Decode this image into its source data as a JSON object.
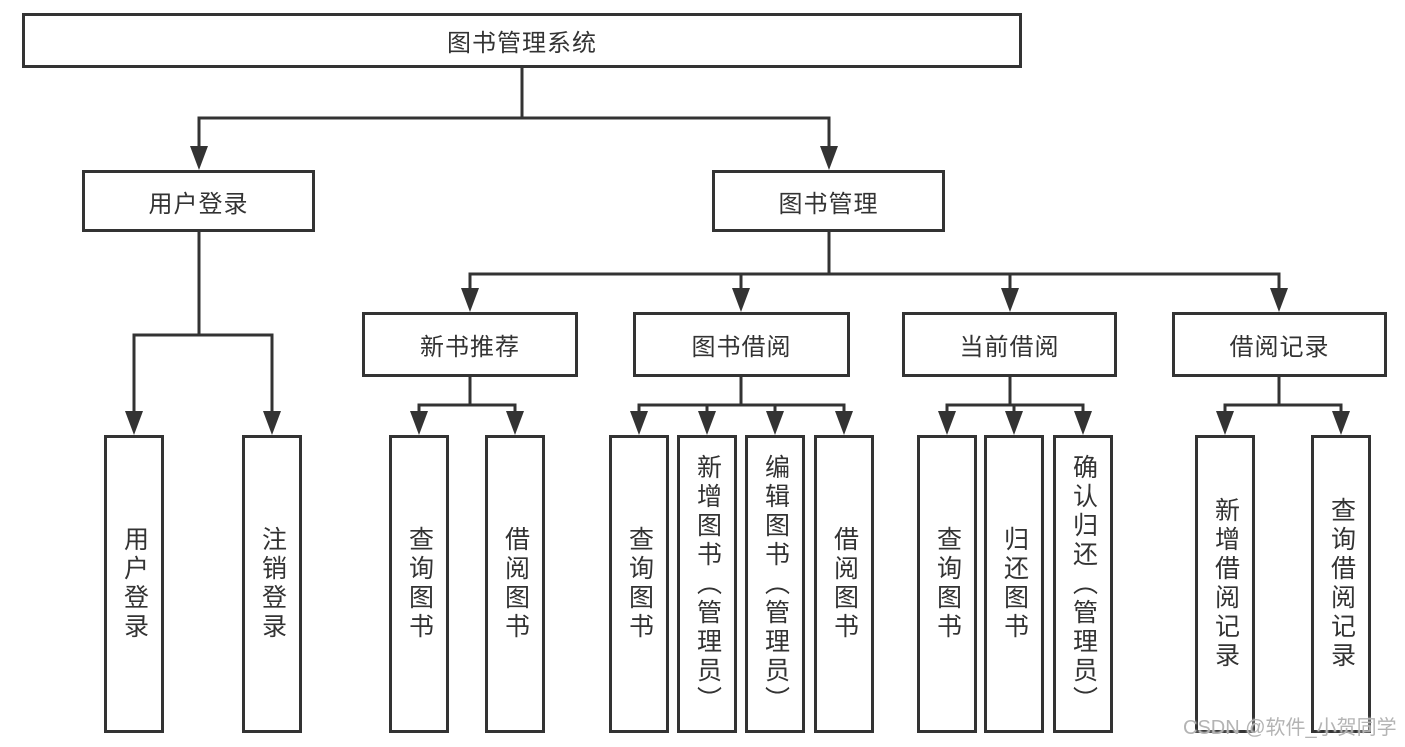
{
  "diagram": {
    "type": "hierarchy-tree",
    "title": "图书管理系统",
    "watermark": "CSDN @软件_小贺同学",
    "colors": {
      "line": "#333333",
      "box_border": "#333333",
      "box_fill": "#ffffff",
      "text": "#333333",
      "watermark": "#b4b4b4",
      "background": "#ffffff"
    },
    "tree": {
      "label": "图书管理系统",
      "children": [
        {
          "label": "用户登录",
          "children": [
            {
              "label": "用户登录"
            },
            {
              "label": "注销登录"
            }
          ]
        },
        {
          "label": "图书管理",
          "children": [
            {
              "label": "新书推荐",
              "children": [
                {
                  "label": "查询图书"
                },
                {
                  "label": "借阅图书"
                }
              ]
            },
            {
              "label": "图书借阅",
              "children": [
                {
                  "label": "查询图书"
                },
                {
                  "label": "新增图书（管理员）"
                },
                {
                  "label": "编辑图书（管理员）"
                },
                {
                  "label": "借阅图书"
                }
              ]
            },
            {
              "label": "当前借阅",
              "children": [
                {
                  "label": "查询图书"
                },
                {
                  "label": "归还图书"
                },
                {
                  "label": "确认归还（管理员）"
                }
              ]
            },
            {
              "label": "借阅记录",
              "children": [
                {
                  "label": "新增借阅记录"
                },
                {
                  "label": "查询借阅记录"
                }
              ]
            }
          ]
        }
      ]
    }
  }
}
